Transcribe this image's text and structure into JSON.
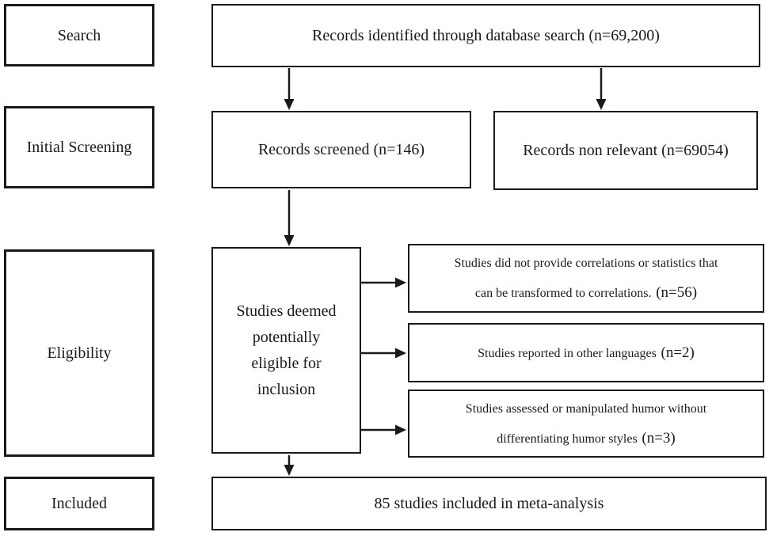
{
  "stages": {
    "search": "Search",
    "initial_screening": "Initial Screening",
    "eligibility": "Eligibility",
    "included": "Included"
  },
  "boxes": {
    "identified": {
      "text": "Records identified through database search (n=69,200)"
    },
    "screened": {
      "text": "Records screened (n=146)"
    },
    "non_relevant": {
      "text": "Records non relevant (n=69054)"
    },
    "eligible": {
      "lines": [
        "Studies deemed",
        "potentially",
        "eligible for",
        "inclusion"
      ]
    },
    "excluded_no_correlations": {
      "line1": "Studies did not provide correlations or statistics that",
      "line2": "can be transformed to correlations.",
      "n": "(n=56)"
    },
    "excluded_languages": {
      "line1": "Studies reported in other languages",
      "n": "(n=2)"
    },
    "excluded_humor_styles": {
      "line1": "Studies assessed or manipulated humor without",
      "line2": "differentiating humor styles",
      "n": "(n=3)"
    },
    "included_meta": {
      "text": "85 studies included in meta-analysis"
    }
  },
  "colors": {
    "border": "#1a1a1a",
    "background": "#ffffff",
    "text": "#1a1a1a"
  }
}
